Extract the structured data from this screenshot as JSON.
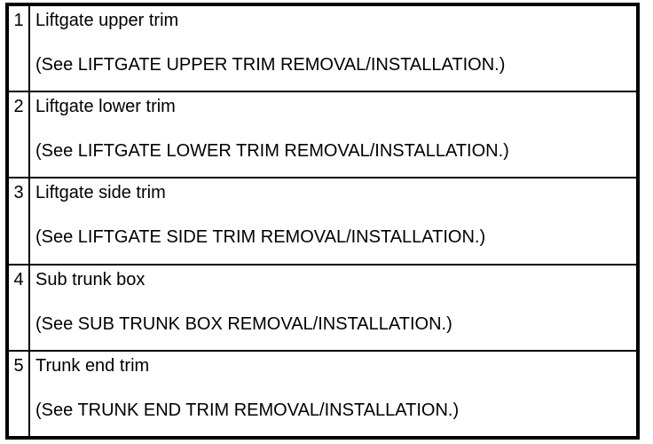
{
  "colors": {
    "border": "#000000",
    "text": "#000000",
    "background": "#ffffff"
  },
  "table": {
    "rows": [
      {
        "num": "1",
        "name": "Liftgate upper trim",
        "see": "(See LIFTGATE UPPER TRIM REMOVAL/INSTALLATION.)"
      },
      {
        "num": "2",
        "name": "Liftgate lower trim",
        "see": "(See LIFTGATE LOWER TRIM REMOVAL/INSTALLATION.)"
      },
      {
        "num": "3",
        "name": "Liftgate side trim",
        "see": "(See LIFTGATE SIDE TRIM REMOVAL/INSTALLATION.)"
      },
      {
        "num": "4",
        "name": "Sub trunk box",
        "see": "(See SUB TRUNK BOX REMOVAL/INSTALLATION.)"
      },
      {
        "num": "5",
        "name": "Trunk end trim",
        "see": "(See TRUNK END TRIM REMOVAL/INSTALLATION.)"
      }
    ]
  }
}
